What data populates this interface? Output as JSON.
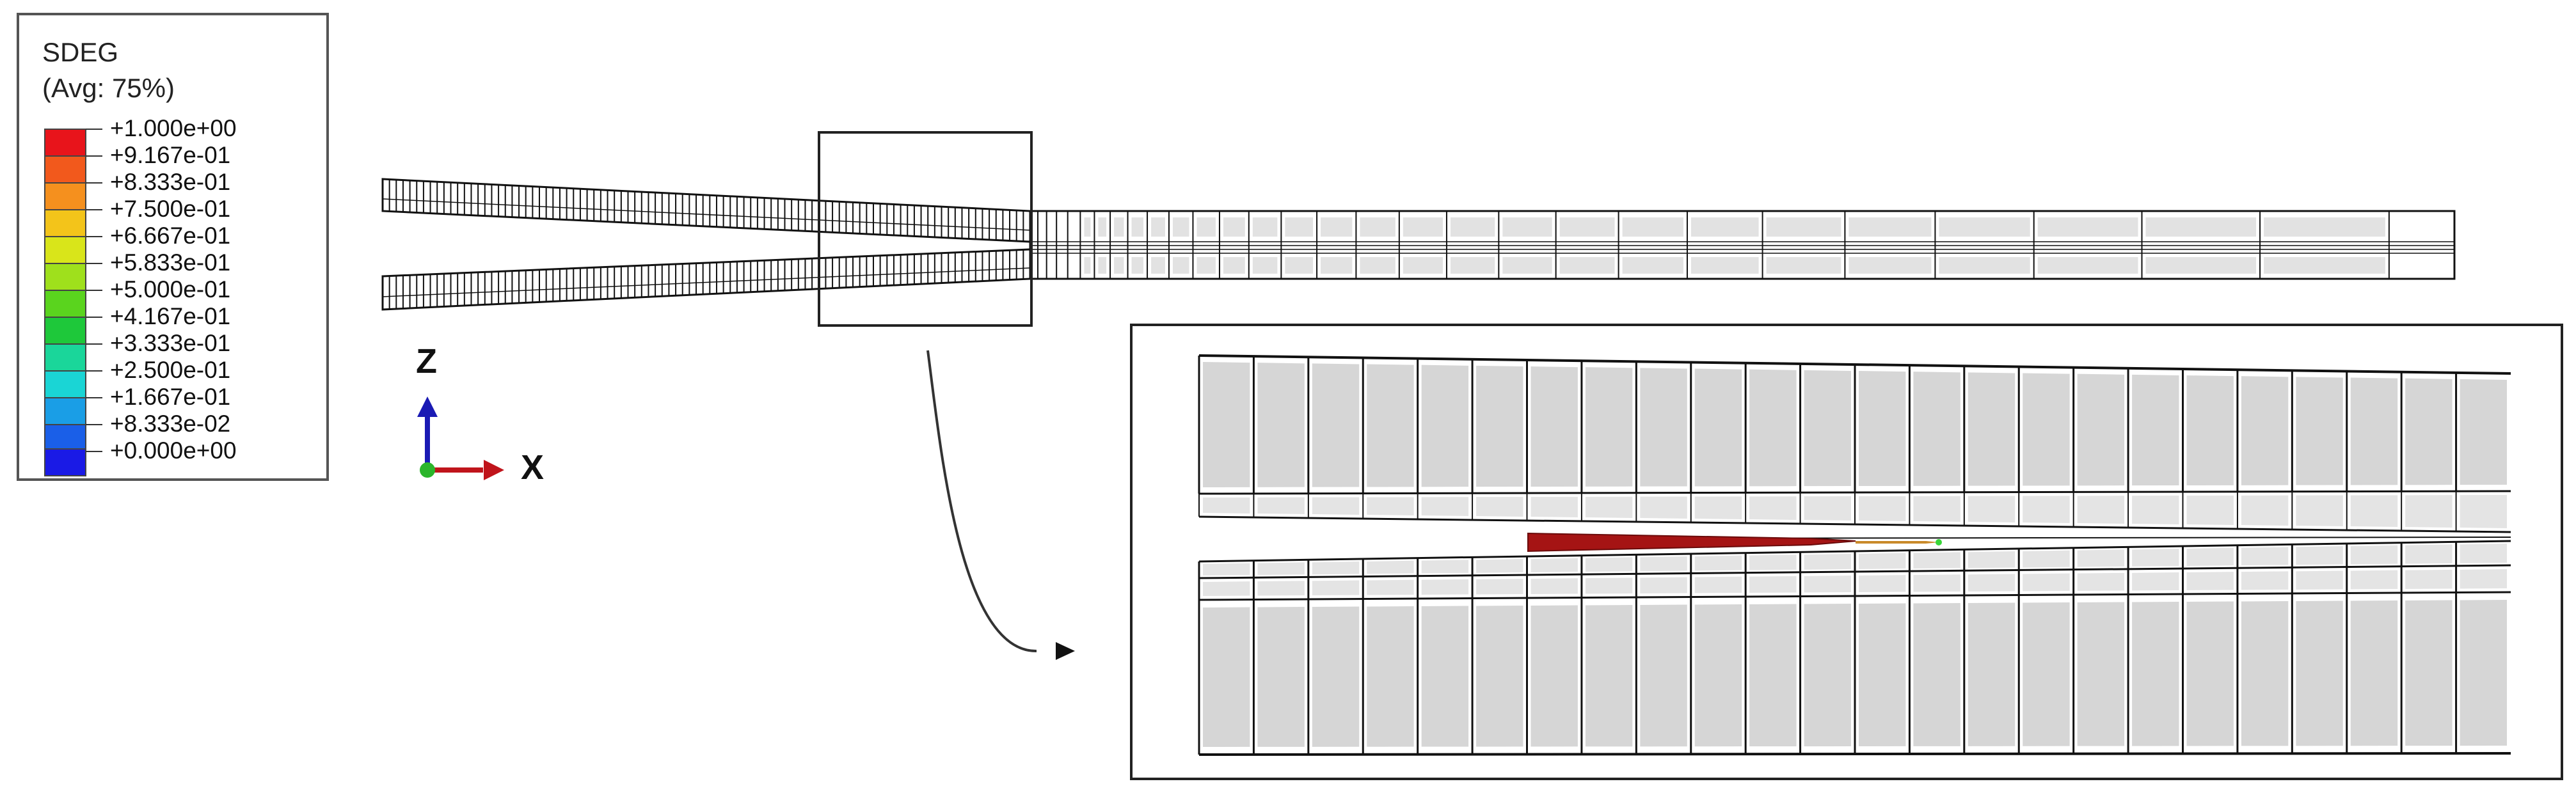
{
  "legend": {
    "variable": "SDEG",
    "averaging": "(Avg: 75%)",
    "levels": [
      {
        "label": "+1.000e+00",
        "color": "#e8141b"
      },
      {
        "label": "+9.167e-01",
        "color": "#f2591c"
      },
      {
        "label": "+8.333e-01",
        "color": "#f5901e"
      },
      {
        "label": "+7.500e-01",
        "color": "#f3c41a"
      },
      {
        "label": "+6.667e-01",
        "color": "#d9e51a"
      },
      {
        "label": "+5.833e-01",
        "color": "#9fe01c"
      },
      {
        "label": "+5.000e-01",
        "color": "#5ad41e"
      },
      {
        "label": "+4.167e-01",
        "color": "#1ec83a"
      },
      {
        "label": "+3.333e-01",
        "color": "#1ad69a"
      },
      {
        "label": "+2.500e-01",
        "color": "#1ad5d5"
      },
      {
        "label": "+1.667e-01",
        "color": "#1a9ee6"
      },
      {
        "label": "+8.333e-02",
        "color": "#1a5fe8"
      },
      {
        "label": "+0.000e+00",
        "color": "#1a1ae6"
      }
    ]
  },
  "triad": {
    "vertical_axis": "Z",
    "horizontal_axis": "X",
    "colors": {
      "z": "#1a1ab4",
      "x": "#c0141b",
      "y": "#2bb52b"
    }
  },
  "colors": {
    "element_fill": "#d6d6d6",
    "mesh_line": "#111111",
    "damage": "#a51414",
    "damage_tip": "#3ad63a"
  }
}
